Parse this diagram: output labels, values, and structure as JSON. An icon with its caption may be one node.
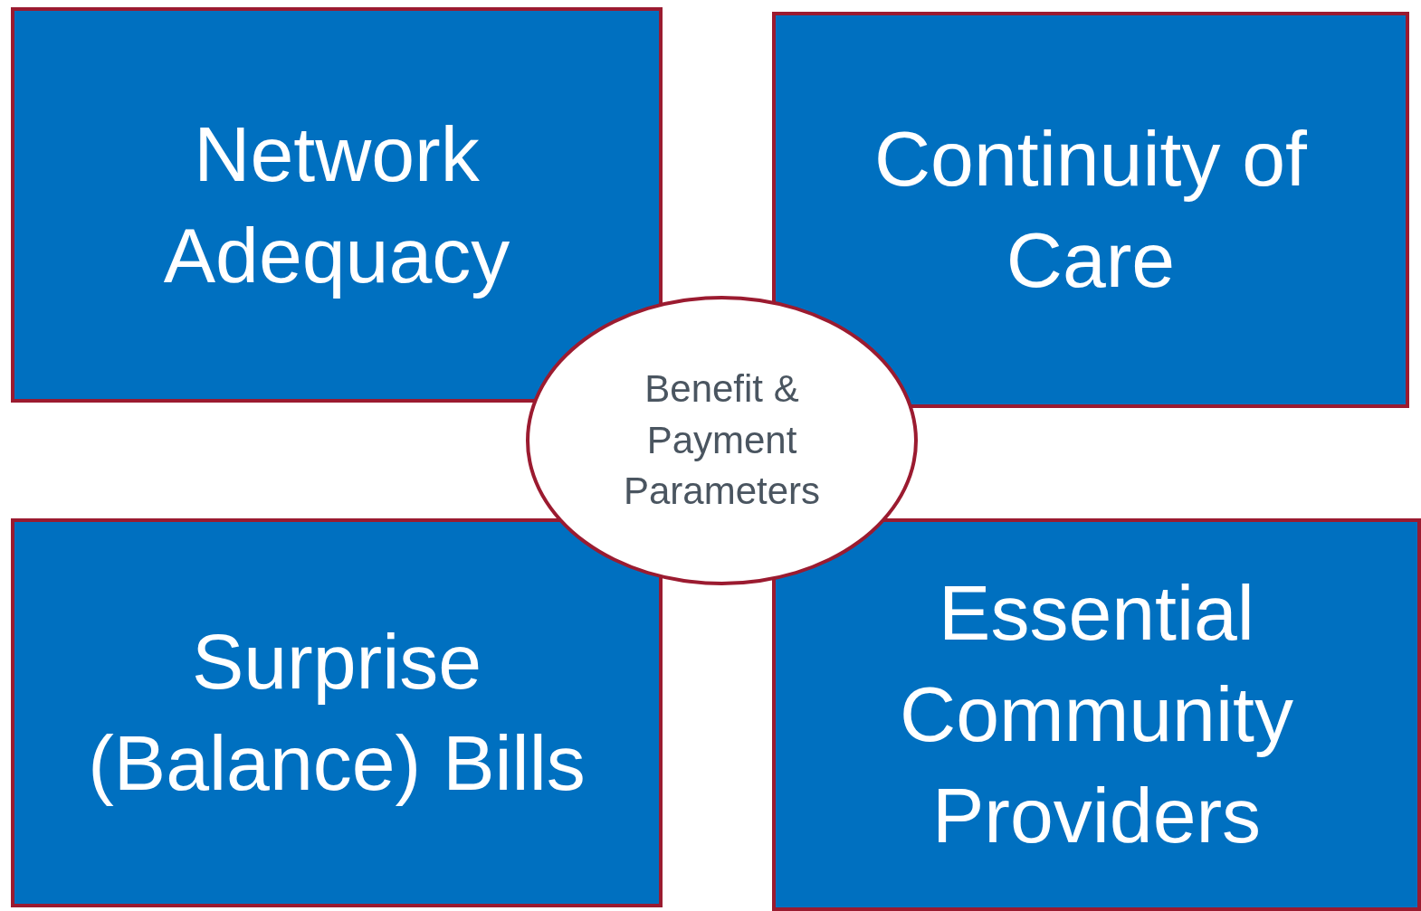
{
  "diagram": {
    "nodes": [
      {
        "text": [
          "Network Adequacy"
        ]
      },
      {
        "text": [
          "Continuity of Care"
        ]
      },
      {
        "text": [
          "Benefit & Payment Parameters"
        ]
      },
      {
        "text": [
          "Surprise (Balance) Bills"
        ]
      },
      {
        "text": [
          "Essential Community Providers"
        ]
      }
    ]
  }
}
